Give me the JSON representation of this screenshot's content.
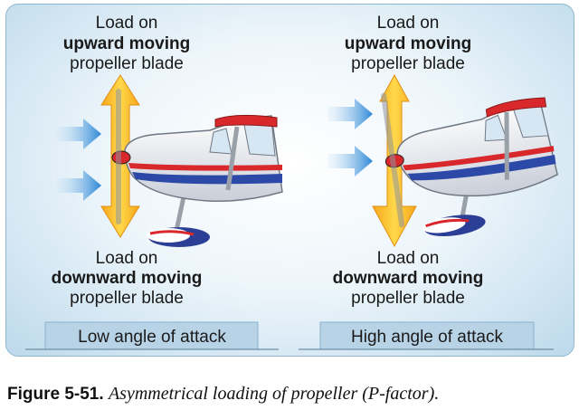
{
  "left": {
    "top_label": [
      "Load on",
      "upward moving",
      "propeller blade"
    ],
    "bottom_label": [
      "Load on",
      "downward moving",
      "propeller blade"
    ],
    "caption": "Low angle of attack"
  },
  "right": {
    "top_label": [
      "Load on",
      "upward moving",
      "propeller blade"
    ],
    "bottom_label": [
      "Load on",
      "downward moving",
      "propeller blade"
    ],
    "caption": "High angle of attack"
  },
  "figure": {
    "number": "Figure 5-51.",
    "caption": "Asymmetrical loading of propeller (P-factor)."
  },
  "colors": {
    "arrow_blue": "#2f8fd8",
    "load_arrow": "#f3a21f",
    "stripe_red": "#d8282b",
    "stripe_blue": "#2c49a8"
  }
}
